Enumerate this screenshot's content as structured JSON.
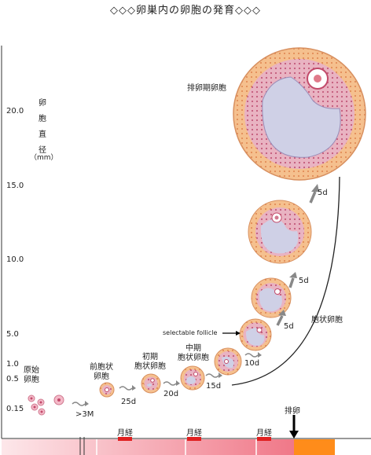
{
  "title": "◇◇◇卵巣内の卵胞の発育◇◇◇",
  "y_axis": {
    "label_chars": [
      "卵",
      "胞",
      "直",
      "径"
    ],
    "unit": "（mm）",
    "ticks": [
      "20.0",
      "15.0",
      "10.0",
      "5.0",
      "1.0",
      "0.5",
      "0.15"
    ]
  },
  "stages": {
    "primordial": "原始\n卵胞",
    "preantral": "前胞状\n卵胞",
    "early_antral": "初期\n胞状卵胞",
    "mid_antral": "中期\n胞状卵胞",
    "antral_side": "胞状卵胞",
    "preovulatory": "排卵期卵胞",
    "selectable": "selectable follicle"
  },
  "durations": [
    ">3M",
    "25d",
    "20d",
    "15d",
    "10d",
    "5d",
    "5d",
    "5d"
  ],
  "bottom": {
    "months": [
      "月経",
      "月経",
      "月経"
    ],
    "ovulation": "排卵"
  },
  "colors": {
    "outer": "#f7b98a",
    "granulosa": "#e8a8b8",
    "antrum": "#c8c8e0",
    "arrow": "#888888",
    "bar_pink": "#f08a9a",
    "bar_orange": "#ff8c1a",
    "menses": "#e02020"
  }
}
